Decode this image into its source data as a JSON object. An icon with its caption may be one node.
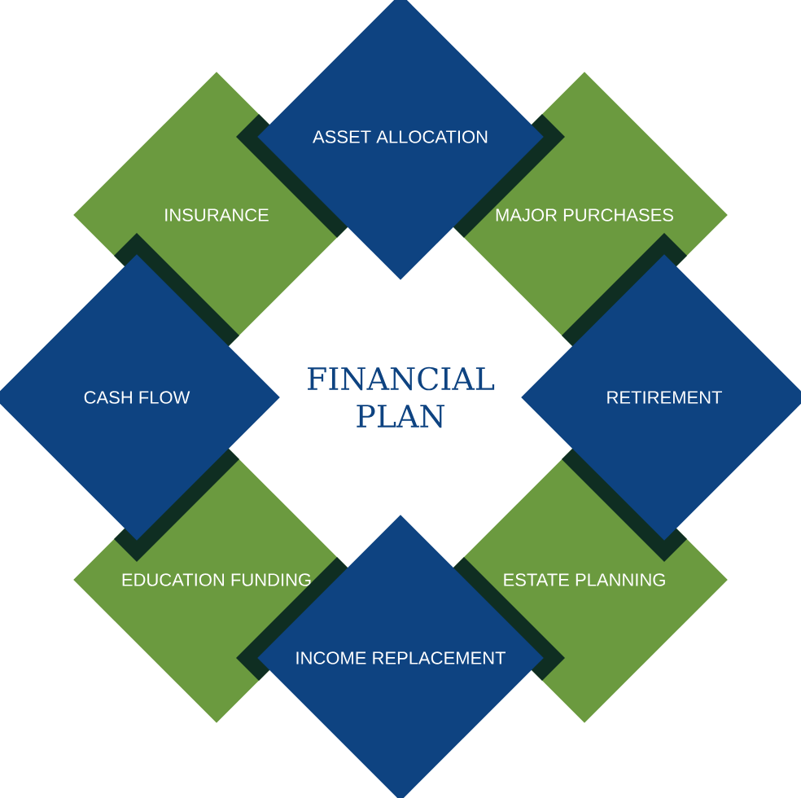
{
  "diagram": {
    "title": "FINANCIAL PLAN",
    "nodes": [
      {
        "text": [
          "ASSET ALLOCATION"
        ]
      },
      {
        "text": [
          "INSURANCE"
        ]
      },
      {
        "text": [
          "MAJOR PURCHASES"
        ]
      },
      {
        "text": [
          "CASH FLOW"
        ]
      },
      {
        "text": [
          "RETIREMENT"
        ]
      },
      {
        "text": [
          "EDUCATION FUNDING"
        ]
      },
      {
        "text": [
          "ESTATE PLANNING"
        ]
      },
      {
        "text": [
          "INCOME REPLACEMENT"
        ]
      }
    ]
  }
}
